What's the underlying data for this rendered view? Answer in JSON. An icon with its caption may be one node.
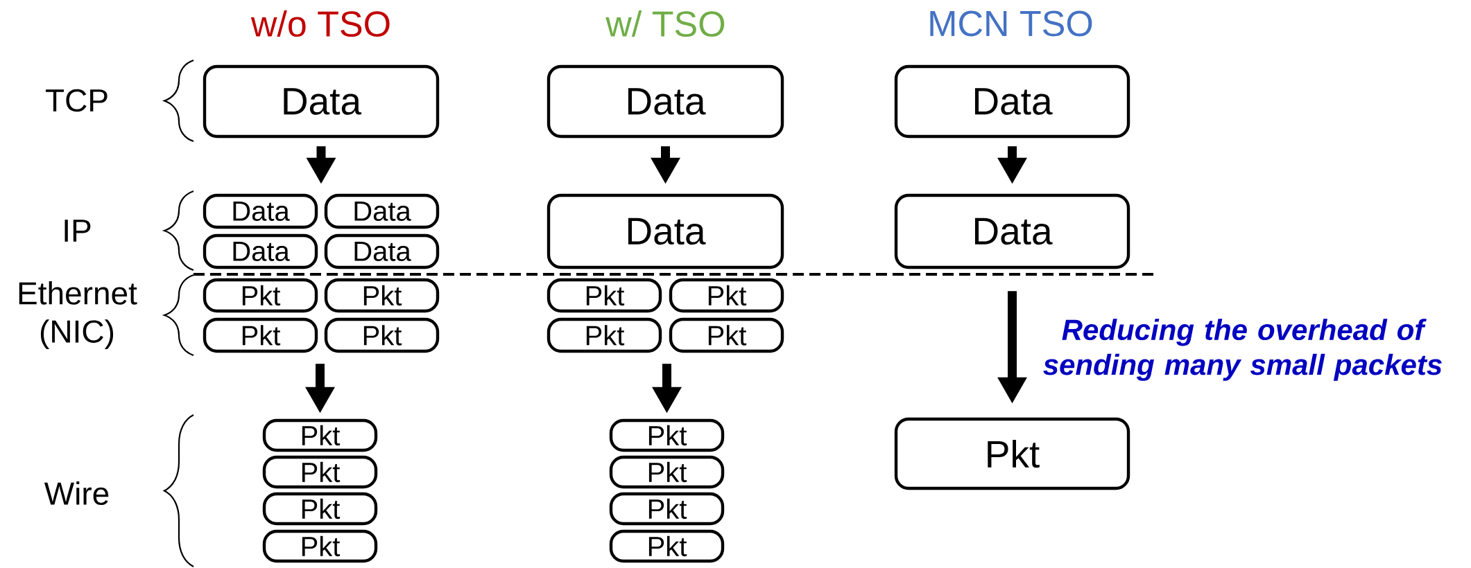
{
  "diagram": {
    "nodes": [
      {
        "text": [
          "Data"
        ]
      },
      {
        "text": [
          "Data"
        ]
      },
      {
        "text": [
          "Data"
        ]
      },
      {
        "text": [
          "Data"
        ]
      },
      {
        "text": [
          "Data"
        ]
      },
      {
        "text": [
          "Pkt"
        ]
      },
      {
        "text": [
          "Pkt"
        ]
      },
      {
        "text": [
          "Pkt"
        ]
      },
      {
        "text": [
          "Pkt"
        ]
      },
      {
        "text": [
          "Pkt"
        ]
      },
      {
        "text": [
          "Pkt"
        ]
      },
      {
        "text": [
          "Pkt"
        ]
      },
      {
        "text": [
          "Pkt"
        ]
      },
      {
        "text": [
          "Data"
        ]
      },
      {
        "text": [
          "Data"
        ]
      },
      {
        "text": [
          "Pkt"
        ]
      },
      {
        "text": [
          "Pkt"
        ]
      },
      {
        "text": [
          "Pkt"
        ]
      },
      {
        "text": [
          "Pkt"
        ]
      },
      {
        "text": [
          "Pkt"
        ]
      },
      {
        "text": [
          "Pkt"
        ]
      },
      {
        "text": [
          "Pkt"
        ]
      },
      {
        "text": [
          "Pkt"
        ]
      },
      {
        "text": [
          "Data"
        ]
      },
      {
        "text": [
          "Data"
        ]
      },
      {
        "text": [
          "Pkt"
        ]
      }
    ],
    "edges": [
      {
        "from": 0,
        "to": 1,
        "arrow": "to"
      },
      {
        "from": 7,
        "to": 9,
        "arrow": "to"
      },
      {
        "from": 13,
        "to": 14,
        "arrow": "to"
      },
      {
        "from": 17,
        "to": 19,
        "arrow": "to"
      },
      {
        "from": 23,
        "to": 24,
        "arrow": "to"
      },
      {
        "from": 24,
        "to": 25,
        "arrow": "to"
      }
    ],
    "labels": [
      "w/o TSO",
      "w/ TSO",
      "MCN TSO",
      "TCP",
      "IP",
      "Ethernet (NIC)",
      "Wire",
      "Reducing the overhead of sending many small packets"
    ]
  }
}
